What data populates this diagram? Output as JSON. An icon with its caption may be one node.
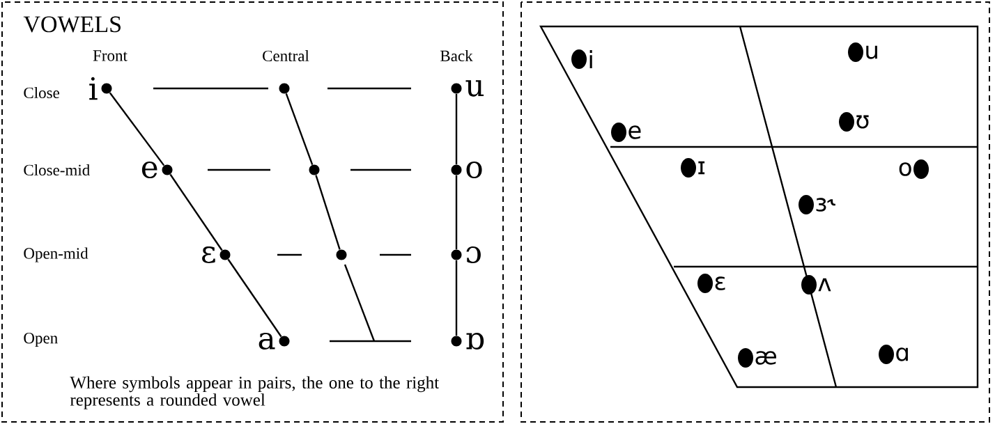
{
  "diagram": {
    "title": "VOWELS",
    "caption": "Where symbols appear in pairs, the one to the right represents a rounded vowel",
    "nodes": [
      {
        "text": [
          "i"
        ]
      },
      {
        "text": [],
        "shape": "circle"
      },
      {
        "text": [
          "u"
        ]
      },
      {
        "text": [
          "e"
        ]
      },
      {
        "text": [],
        "shape": "circle"
      },
      {
        "text": [
          "o"
        ]
      },
      {
        "text": [
          "ɛ"
        ]
      },
      {
        "text": [],
        "shape": "circle"
      },
      {
        "text": [
          "ɔ"
        ]
      },
      {
        "text": [
          "a"
        ]
      },
      {
        "text": [
          "ɒ"
        ]
      }
    ],
    "edges": [
      {
        "from": 0,
        "to": 3,
        "arrow": "none"
      },
      {
        "from": 3,
        "to": 6,
        "arrow": "none"
      },
      {
        "from": 6,
        "to": 9,
        "arrow": "none"
      },
      {
        "from": 1,
        "to": 4,
        "arrow": "none"
      },
      {
        "from": 4,
        "to": 7,
        "arrow": "none"
      },
      {
        "from": 2,
        "to": 5,
        "arrow": "none"
      },
      {
        "from": 5,
        "to": 8,
        "arrow": "none"
      },
      {
        "from": 8,
        "to": 10,
        "arrow": "none"
      }
    ],
    "labels": [
      "Front",
      "Central",
      "Back",
      "Close",
      "Close-mid",
      "Open-mid",
      "Open",
      "i",
      "u",
      "e",
      "ʊ",
      "ɪ",
      "o",
      "ɜ˞",
      "ɛ",
      "ʌ",
      "æ",
      "ɑ"
    ]
  }
}
